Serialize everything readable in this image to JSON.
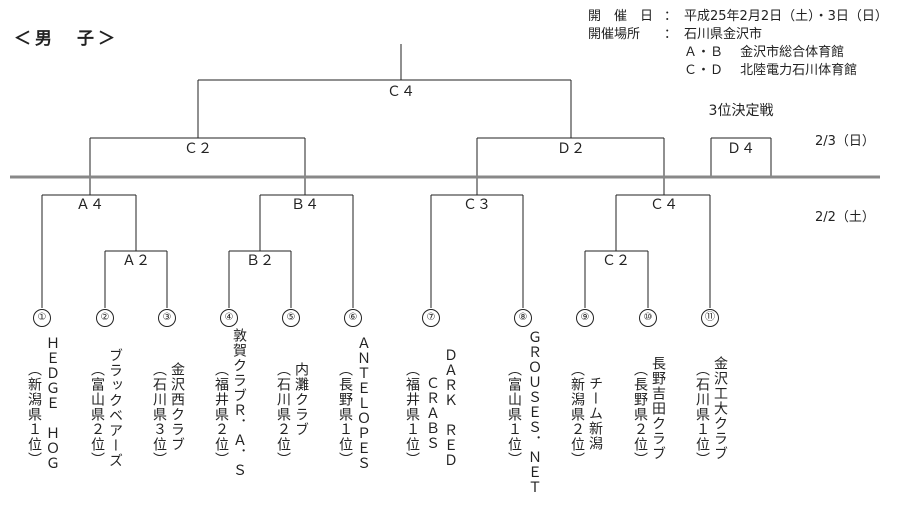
{
  "title": "＜男　子＞",
  "info": {
    "date_label": "開　催　日",
    "date_value": "平成25年2月2日（土）・3日（日）",
    "venue_label": "開催場所",
    "venue_value": "石川県金沢市",
    "venue_ab": "Ａ・Ｂ　 金沢市総合体育館",
    "venue_cd": "Ｃ・Ｄ　 北陸電力石川体育館"
  },
  "dates": {
    "day2": "2/3（日）",
    "day1": "2/2（土）"
  },
  "third_place_label": "3位決定戦",
  "match_labels": {
    "C4_top": "Ｃ４",
    "C2_top": "Ｃ２",
    "D2": "Ｄ２",
    "D4": "Ｄ４",
    "A4": "Ａ４",
    "B4": "Ｂ４",
    "C3": "Ｃ３",
    "C4_low": "Ｃ４",
    "A2": "Ａ２",
    "B2": "Ｂ２",
    "C2_low": "Ｃ２"
  },
  "teams": [
    {
      "no": "①",
      "name": "ＨＥＤＧＥ　ＨＯＧ",
      "pref": "（新潟県１位）"
    },
    {
      "no": "②",
      "name": "ブラックベアーズ",
      "pref": "（富山県２位）"
    },
    {
      "no": "③",
      "name": "金沢西クラブ",
      "pref": "（石川県３位）"
    },
    {
      "no": "④",
      "name": "敦賀クラブＲ．Ａ．Ｓ",
      "pref": "（福井県２位）"
    },
    {
      "no": "⑤",
      "name": "内灘クラブ",
      "pref": "（石川県２位）"
    },
    {
      "no": "⑥",
      "name": "ＡＮＴＥＬＯＰＥＳ",
      "pref": "（長野県１位）"
    },
    {
      "no": "⑦",
      "name": "ＤＡＲＫ　ＲＥＤ",
      "name2": "ＣＲＡＢＳ",
      "pref": "（福井県１位）"
    },
    {
      "no": "⑧",
      "name": "ＧＲＯＵＳＥＳ．ＮＥＴ",
      "pref": "（富山県１位）"
    },
    {
      "no": "⑨",
      "name": "チーム新潟",
      "pref": "（新潟県２位）"
    },
    {
      "no": "⑩",
      "name": "長野吉田クラブ",
      "pref": "（長野県２位）"
    },
    {
      "no": "⑪",
      "name": "金沢工大クラブ",
      "pref": "（石川県１位）"
    }
  ],
  "colors": {
    "line": "#222222",
    "divider": "#888888",
    "text": "#222222"
  }
}
